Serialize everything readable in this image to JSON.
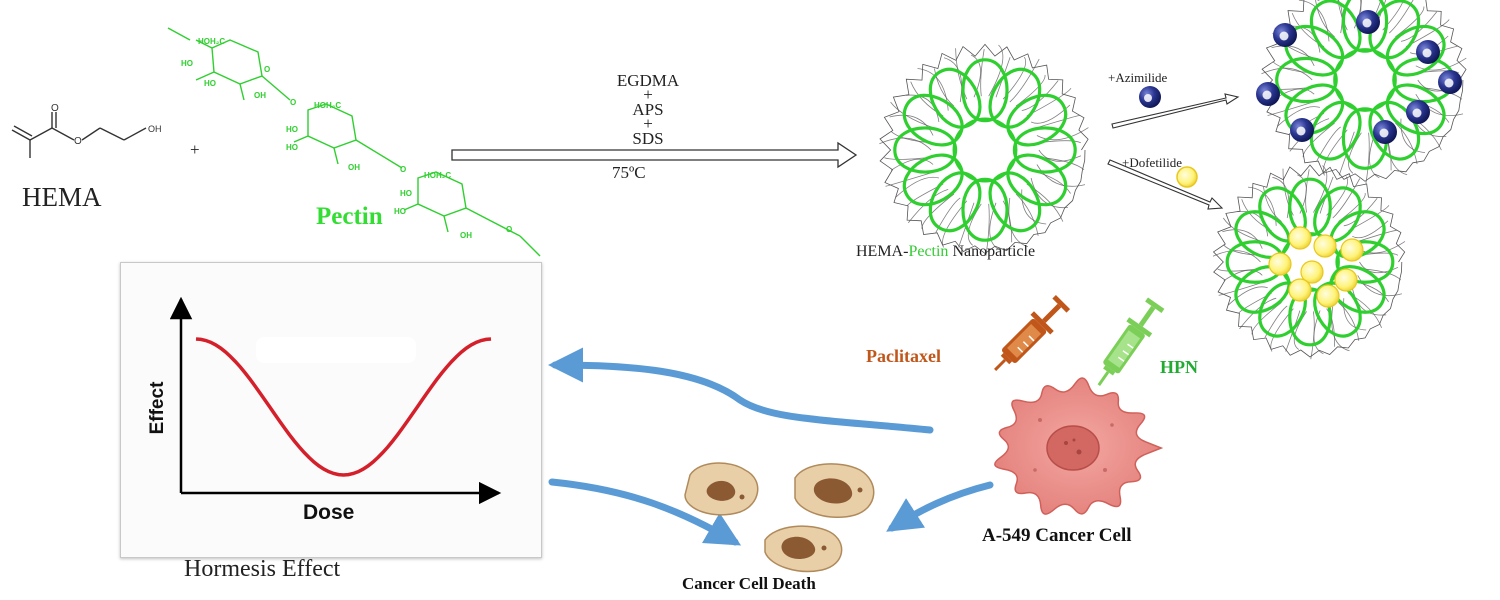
{
  "reaction": {
    "monomer": "HEMA",
    "plus": "+",
    "polymer": "Pectin",
    "reagents": [
      "EGDMA",
      "+",
      "APS",
      "+",
      "SDS"
    ],
    "temperature": "75ºC",
    "structure_labels": {
      "oh": "OH",
      "hoh2c": "HOH₂C",
      "ho": "HO",
      "o": "O"
    }
  },
  "nanoparticle": {
    "label_prefix": "HEMA-",
    "label_mid": "Pectin",
    "label_suffix": " Nanoparticle",
    "drug1": "+Azimilide",
    "drug2": "+Dofetilide"
  },
  "treatment": {
    "drug_a": "Paclitaxel",
    "drug_b": "HPN",
    "cell": "A-549 Cancer Cell",
    "death": "Cancer Cell Death"
  },
  "hormesis": {
    "title": "Hormesis  Effect",
    "xlabel": "Dose",
    "ylabel": "Effect"
  },
  "colors": {
    "green": "#2fcf2f",
    "pectin_text": "#33dd33",
    "blue_arrow": "#5b9bd5",
    "red_curve": "#d4202a",
    "paclitaxel": "#c0561a",
    "hpn": "#22aa33",
    "cell": "#e88a86",
    "navy_bead": "#1f2a7a",
    "yellow_bead": "#f3e04a"
  }
}
